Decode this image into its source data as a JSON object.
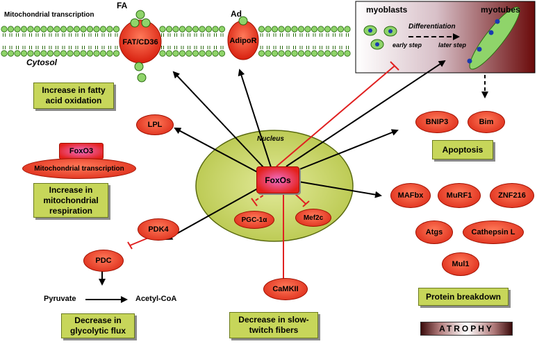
{
  "membrane": {
    "top_label": "Mitochondrial transcription",
    "cytosol_label": "Cytosol",
    "fa_label": "FA",
    "ad_label": "Ad",
    "fat_cd36": "FAT/CD36",
    "adipor": "AdipoR"
  },
  "inset": {
    "myoblasts": "myoblasts",
    "myotubes": "myotubes",
    "differentiation": "Differentiation",
    "early_step": "early step",
    "later_step": "later step"
  },
  "nucleus": {
    "label": "Nucleus",
    "foxos": "FoxOs",
    "pgc": "PGC-1α",
    "mef2c": "Mef2c"
  },
  "left": {
    "lpl": "LPL",
    "foxo3": "FoxO3",
    "mito_transcription": "Mitochondrial transcription",
    "pdk4": "PDK4",
    "pdc": "PDC",
    "pyruvate": "Pyruvate",
    "acetyl": "Acetyl-CoA"
  },
  "center": {
    "camkii": "CaMKII"
  },
  "right": {
    "bnip3": "BNIP3",
    "bim": "Bim",
    "mafbx": "MAFbx",
    "murf1": "MuRF1",
    "znf216": "ZNF216",
    "atgs": "Atgs",
    "cathepsin": "Cathepsin L",
    "mul1": "Mul1"
  },
  "boxes": {
    "fatty_acid": "Increase in fatty acid oxidation",
    "respiration": "Increase in mitochondrial respiration",
    "apoptosis": "Apoptosis",
    "glycolytic": "Decrease in glycolytic flux",
    "slow_twitch": "Decrease in slow-twitch fibers",
    "protein": "Protein breakdown",
    "atrophy": "ATROPHY"
  },
  "colors": {
    "oval_red": "#e8321e",
    "box_green": "#c7d65a",
    "nucleus_green": "#c2cf5a",
    "lipid_green": "#8fd46a",
    "inhibit_red": "#e02020"
  }
}
